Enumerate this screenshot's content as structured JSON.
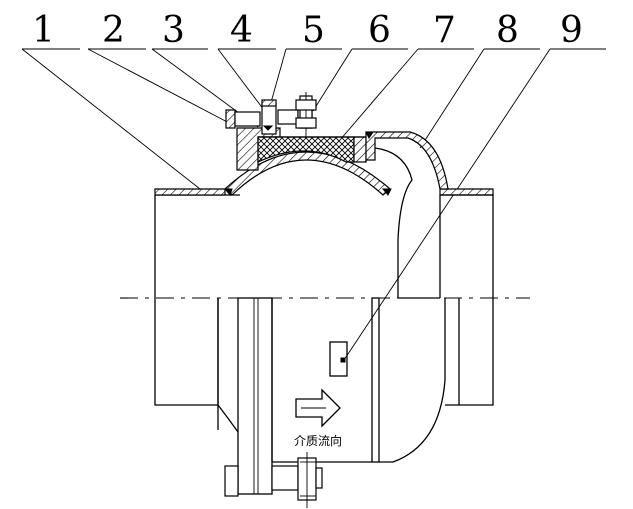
{
  "drawing": {
    "part_numbers": [
      "1",
      "2",
      "3",
      "4",
      "5",
      "6",
      "7",
      "8",
      "9"
    ],
    "flow_caption": "介质流向",
    "arrow_icon": "flow-direction-arrow-icon"
  }
}
